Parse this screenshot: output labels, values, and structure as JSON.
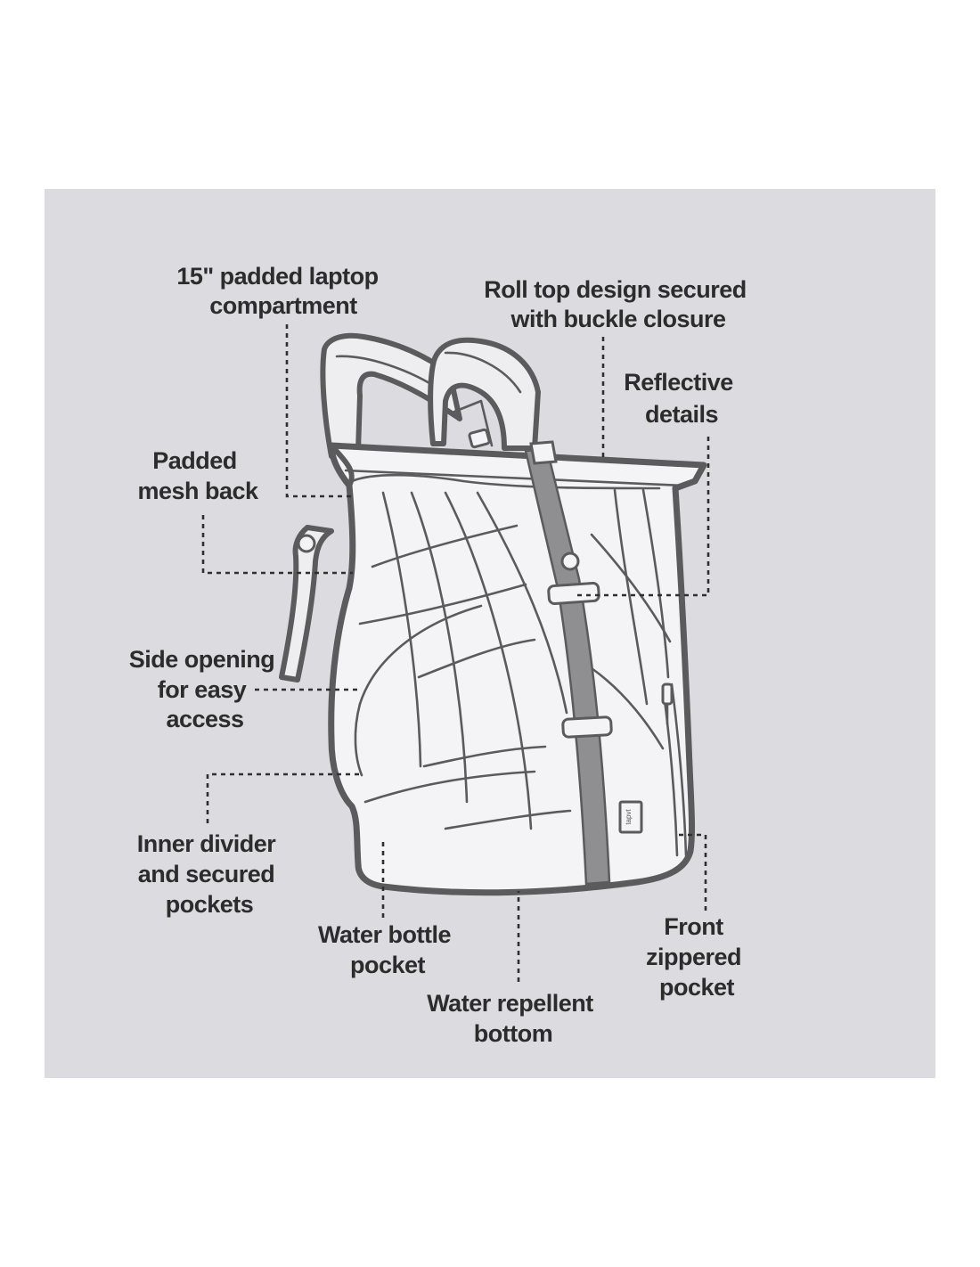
{
  "colors": {
    "page_background": "#ffffff",
    "panel_background": "#dcdbe0",
    "illustration_stroke": "#5b5b5e",
    "illustration_fill": "#f4f4f6",
    "reflective_strip": "#8f8f92",
    "label_text": "#2c2c2c"
  },
  "diagram": {
    "subject": "backpack-icon",
    "logo_tag": "tapvt",
    "labels": {
      "laptop": [
        "15\" padded laptop",
        "compartment"
      ],
      "roll_top": [
        "Roll top design secured",
        "with buckle closure"
      ],
      "reflective": [
        "Reflective",
        "details"
      ],
      "mesh_back": [
        "Padded",
        "mesh back"
      ],
      "side_opening": [
        "Side opening",
        "for easy",
        "access"
      ],
      "inner_divider": [
        "Inner divider",
        "and secured",
        "pockets"
      ],
      "water_bottle": [
        "Water bottle",
        "pocket"
      ],
      "water_repellent": [
        "Water repellent",
        "bottom"
      ],
      "front_pocket": [
        "Front",
        "zippered",
        "pocket"
      ]
    }
  }
}
